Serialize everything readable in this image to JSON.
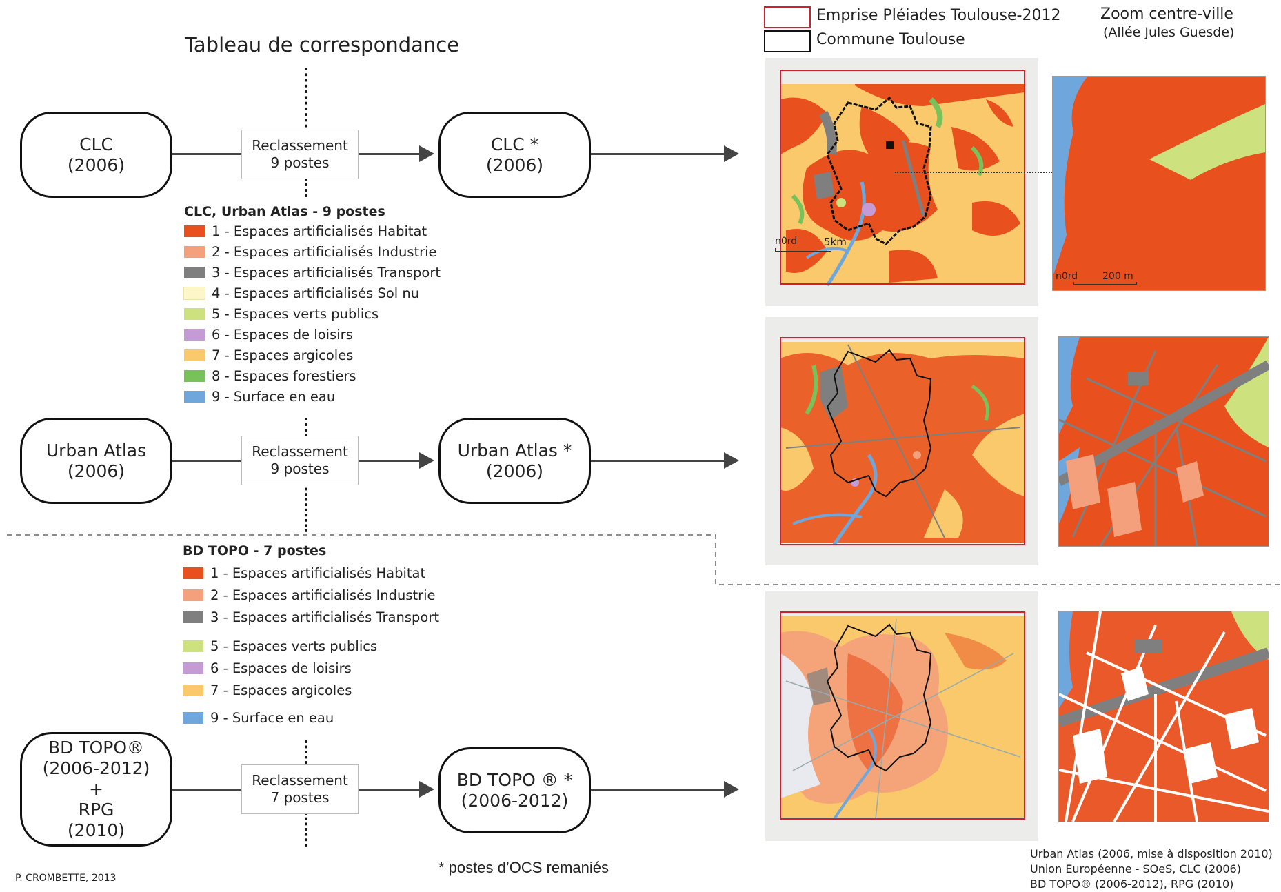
{
  "title": "Tableau de correspondance",
  "colors": {
    "habitat": "#e8501e",
    "industrie": "#f4a07c",
    "transport": "#7f7f7f",
    "sol_nu": "#fdf6c8",
    "verts_publics": "#cde17f",
    "loisirs": "#c49bd4",
    "agricoles": "#f9c96c",
    "forestiers": "#79c25b",
    "eau": "#6fa7dd",
    "emprise": "#d0202e",
    "commune": "#111111"
  },
  "rows": {
    "clc": {
      "source_line1": "CLC",
      "source_line2": "(2006)",
      "reclass_line1": "Reclassement",
      "reclass_line2": "9 postes",
      "target_line1": "CLC *",
      "target_line2": "(2006)"
    },
    "ua": {
      "source_line1": "Urban Atlas",
      "source_line2": "(2006)",
      "reclass_line1": "Reclassement",
      "reclass_line2": "9 postes",
      "target_line1": "Urban Atlas *",
      "target_line2": "(2006)"
    },
    "topo": {
      "source_line1": "BD TOPO®",
      "source_line2": "(2006-2012)",
      "source_line3": "+",
      "source_line4": "RPG",
      "source_line5": "(2010)",
      "reclass_line1": "Reclassement",
      "reclass_line2": "7 postes",
      "target_line1": "BD TOPO ® *",
      "target_line2": "(2006-2012)"
    }
  },
  "legend1": {
    "title": "CLC, Urban Atlas - 9 postes",
    "items": [
      {
        "label": "1 - Espaces artificialisés Habitat",
        "color": "#e8501e"
      },
      {
        "label": "2 - Espaces artificialisés Industrie",
        "color": "#f4a07c"
      },
      {
        "label": "3 - Espaces artificialisés Transport",
        "color": "#7f7f7f"
      },
      {
        "label": "4 - Espaces artificialisés Sol nu",
        "color": "#fdf6c8"
      },
      {
        "label": "5 - Espaces verts publics",
        "color": "#cde17f"
      },
      {
        "label": "6 - Espaces de loisirs",
        "color": "#c49bd4"
      },
      {
        "label": "7 - Espaces argicoles",
        "color": "#f9c96c"
      },
      {
        "label": "8 - Espaces forestiers",
        "color": "#79c25b"
      },
      {
        "label": "9 - Surface en eau",
        "color": "#6fa7dd"
      }
    ]
  },
  "legend2": {
    "title": "BD TOPO - 7 postes",
    "items": [
      {
        "label": "1 - Espaces artificialisés Habitat",
        "color": "#e8501e"
      },
      {
        "label": "2 - Espaces artificialisés Industrie",
        "color": "#f4a07c"
      },
      {
        "label": "3 - Espaces artificialisés Transport",
        "color": "#7f7f7f"
      },
      {
        "label": "5 - Espaces verts publics",
        "color": "#cde17f"
      },
      {
        "label": "6 - Espaces de loisirs",
        "color": "#c49bd4"
      },
      {
        "label": "7 - Espaces argicoles",
        "color": "#f9c96c"
      },
      {
        "label": "9 - Surface en eau",
        "color": "#6fa7dd"
      }
    ]
  },
  "map_legend": {
    "emprise": "Emprise Pléiades Toulouse-2012",
    "commune": "Commune Toulouse"
  },
  "zoom": {
    "title": "Zoom centre-ville",
    "subtitle": "(Allée Jules Guesde)"
  },
  "scales": {
    "map_north": "n0rd",
    "map_distance": "5km",
    "zoom_north": "n0rd",
    "zoom_distance": "200 m"
  },
  "footnote": "* postes d’OCS remaniés",
  "author": "P. CROMBETTE, 2013",
  "sources": [
    "Urban Atlas (2006, mise à disposition 2010)",
    "Union Européenne - SOeS, CLC (2006)",
    "BD TOPO® (2006-2012), RPG (2010)"
  ]
}
